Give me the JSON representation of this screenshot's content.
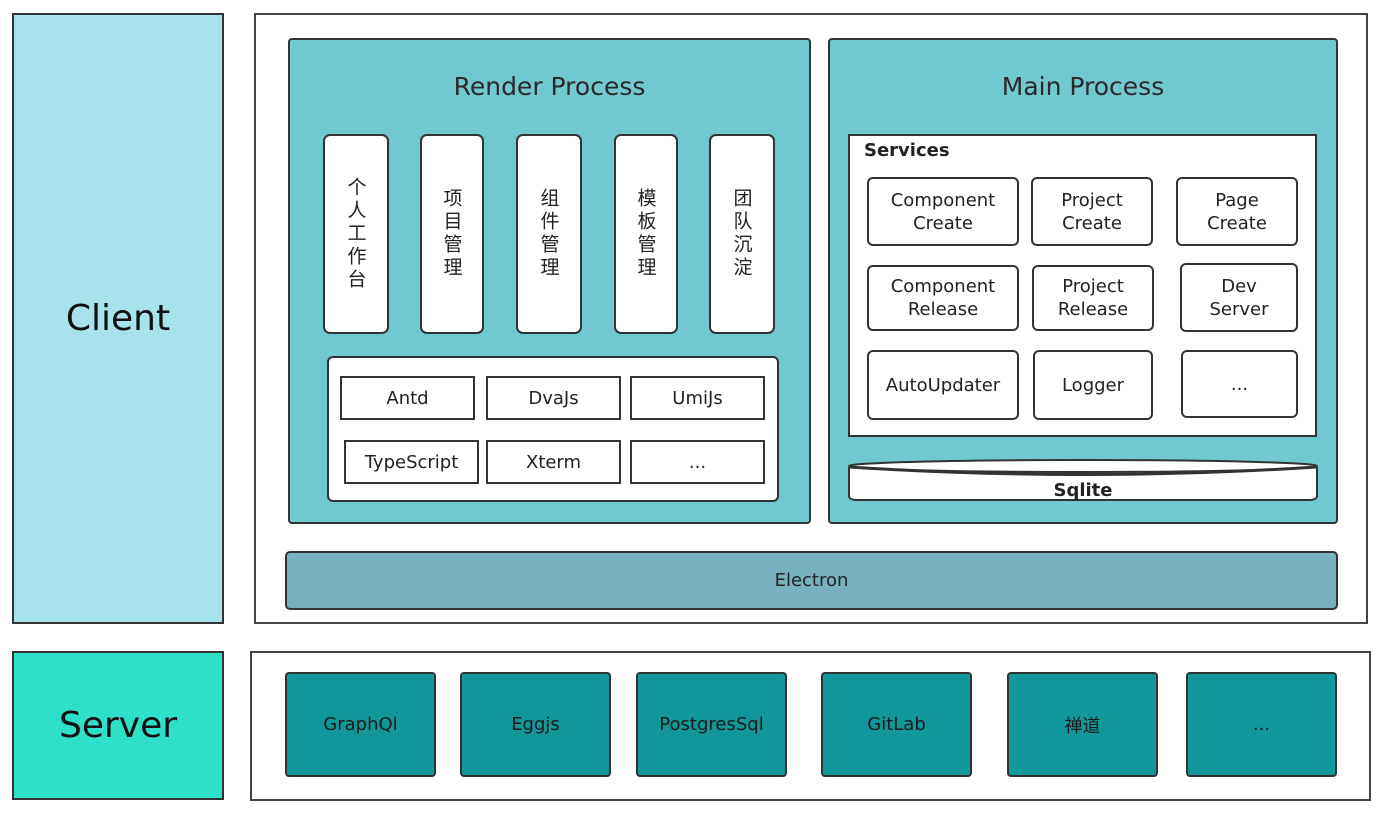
{
  "client": {
    "label": "Client"
  },
  "server": {
    "label": "Server",
    "items": [
      "GraphQl",
      "Eggjs",
      "PostgresSql",
      "GitLab",
      "禅道",
      "..."
    ]
  },
  "render_process": {
    "title": "Render Process",
    "modules": [
      "个人工作台",
      "项目管理",
      "组件管理",
      "模板管理",
      "团队沉淀"
    ],
    "libraries": [
      "Antd",
      "DvaJs",
      "UmiJs",
      "TypeScript",
      "Xterm",
      "..."
    ]
  },
  "main_process": {
    "title": "Main Process",
    "services_label": "Services",
    "services": [
      [
        "Component",
        "Create"
      ],
      [
        "Project",
        "Create"
      ],
      [
        "Page",
        "Create"
      ],
      [
        "Component",
        "Release"
      ],
      [
        "Project",
        "Release"
      ],
      [
        "Dev",
        "Server"
      ],
      [
        "AutoUpdater"
      ],
      [
        "Logger"
      ],
      [
        "..."
      ]
    ],
    "database": "Sqlite"
  },
  "electron": {
    "label": "Electron"
  },
  "colors": {
    "client": "#a7e3ea",
    "server": "#2fe0c9",
    "process": "#70c9ce",
    "electron": "#76b1be",
    "tech": "#11979a"
  }
}
